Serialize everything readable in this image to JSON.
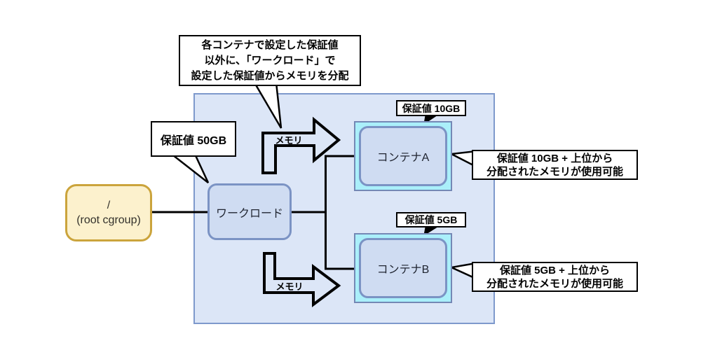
{
  "diagram": {
    "title_note": {
      "line1": "各コンテナで設定した保証値",
      "line2": "以外に、「ワークロード」で",
      "line3": "設定した保証値からメモリを分配"
    },
    "root_node": {
      "line1": "/",
      "line2": "(root cgroup)"
    },
    "workload_node": {
      "label": "ワークロード",
      "guarantee_callout": "保証値 50GB"
    },
    "container_a": {
      "label": "コンテナA",
      "guarantee_label": "保証値 10GB",
      "usage_line1": "保証値 10GB + 上位から",
      "usage_line2": "分配されたメモリが使用可能"
    },
    "container_b": {
      "label": "コンテナB",
      "guarantee_label": "保証値 5GB",
      "usage_line1": "保証値 5GB + 上位から",
      "usage_line2": "分配されたメモリが使用可能"
    },
    "memory_arrow_top": {
      "label": "メモリ"
    },
    "memory_arrow_bottom": {
      "label": "メモリ"
    },
    "colors": {
      "group_fill": "#dce6f7",
      "group_border": "#7e99cc",
      "root_fill": "#fcf1cd",
      "root_border": "#cba43c",
      "node_fill": "#cfdcf2",
      "node_border": "#7b93c4",
      "highlight_fill": "#aaeffa",
      "highlight_border": "#7488b5",
      "line_color": "#000000",
      "callout_fill": "#ffffff"
    }
  }
}
